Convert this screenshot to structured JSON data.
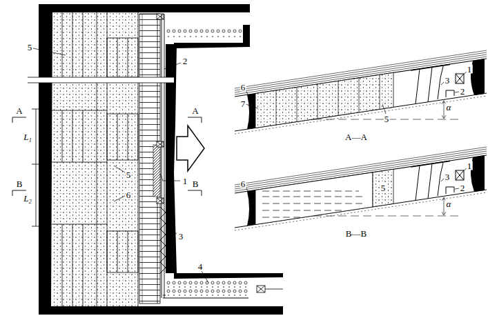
{
  "diagram": {
    "labels": [
      "5",
      "2",
      "A",
      "A",
      "L₁",
      "B",
      "B",
      "L₂",
      "5",
      "6",
      "1",
      "3",
      "4",
      "6",
      "7",
      "5",
      "3",
      "1",
      "2",
      "α",
      "A—A",
      "6",
      "5",
      "3",
      "1",
      "2",
      "α",
      "B—B"
    ]
  }
}
